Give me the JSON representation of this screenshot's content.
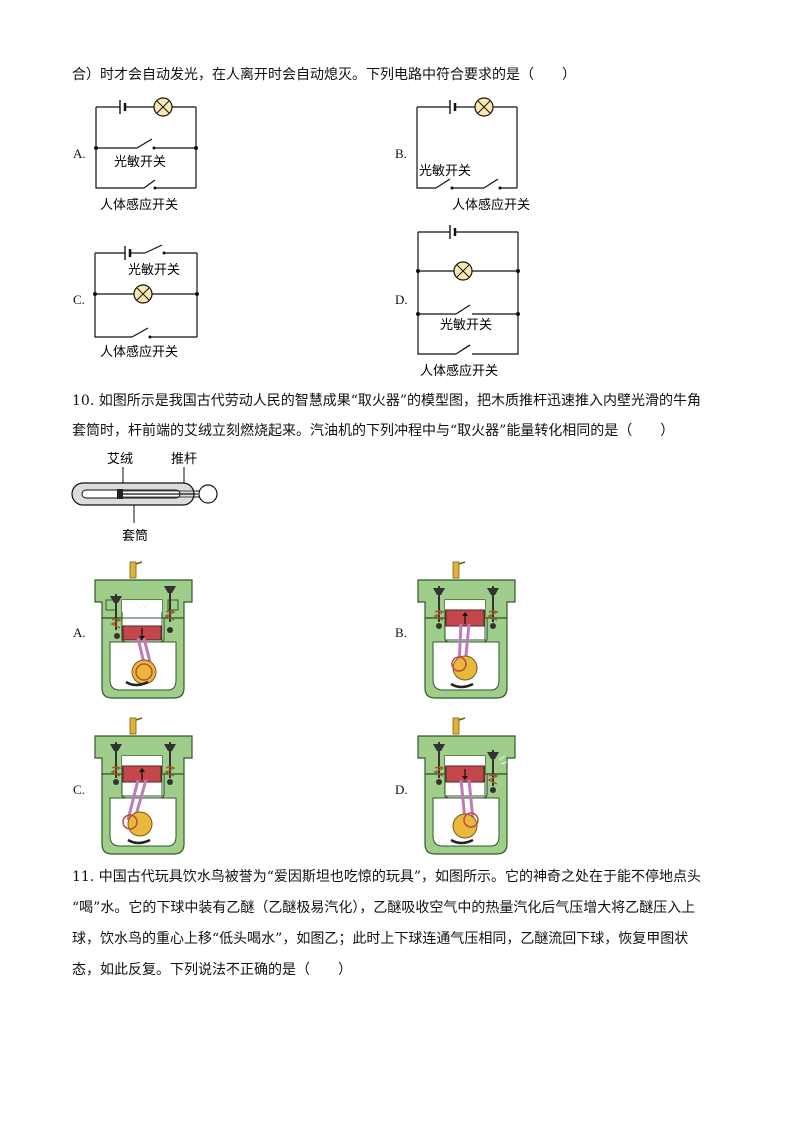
{
  "q9": {
    "line": "合）时才会自动发光，在人离开时会自动熄灭。下列电路中符合要求的是（　　）",
    "options": {
      "A": {
        "letter": "A.",
        "photo": "光敏开关",
        "body": "人体感应开关"
      },
      "B": {
        "letter": "B.",
        "photo": "光敏开关",
        "body": "人体感应开关"
      },
      "C": {
        "letter": "C.",
        "photo": "光敏开关",
        "body": "人体感应开关"
      },
      "D": {
        "letter": "D.",
        "photo": "光敏开关",
        "body": "人体感应开关"
      }
    }
  },
  "q10": {
    "line1": "10. 如图所示是我国古代劳动人民的智慧成果“取火器”的模型图，把木质推杆迅速推入内壁光滑的牛角",
    "line2": "套筒时，杆前端的艾绒立刻燃烧起来。汽油机的下列冲程中与“取火器”能量转化相同的是（　　）",
    "figure": {
      "label_moxa": "艾绒",
      "label_rod": "推杆",
      "label_sleeve": "套筒"
    },
    "options": {
      "A": "A.",
      "B": "B.",
      "C": "C.",
      "D": "D."
    }
  },
  "q11": {
    "line1": "11. 中国古代玩具饮水鸟被誉为“爱因斯坦也吃惊的玩具”，如图所示。它的神奇之处在于能不停地点头",
    "line2": "“喝”水。它的下球中装有乙醚（乙醚极易汽化），乙醚吸收空气中的热量汽化后气压增大将乙醚压入上",
    "line3": "球，饮水鸟的重心上移“低头喝水”，如图乙；此时上下球连通气压相同，乙醚流回下球，恢复甲图状",
    "line4": "态，如此反复。下列说法不正确的是（　　）"
  },
  "colors": {
    "engine_green": "#9fce8a",
    "piston_red": "#c4474b",
    "lamp_fill": "#f9e9b0",
    "crank": "#e8b93a"
  }
}
